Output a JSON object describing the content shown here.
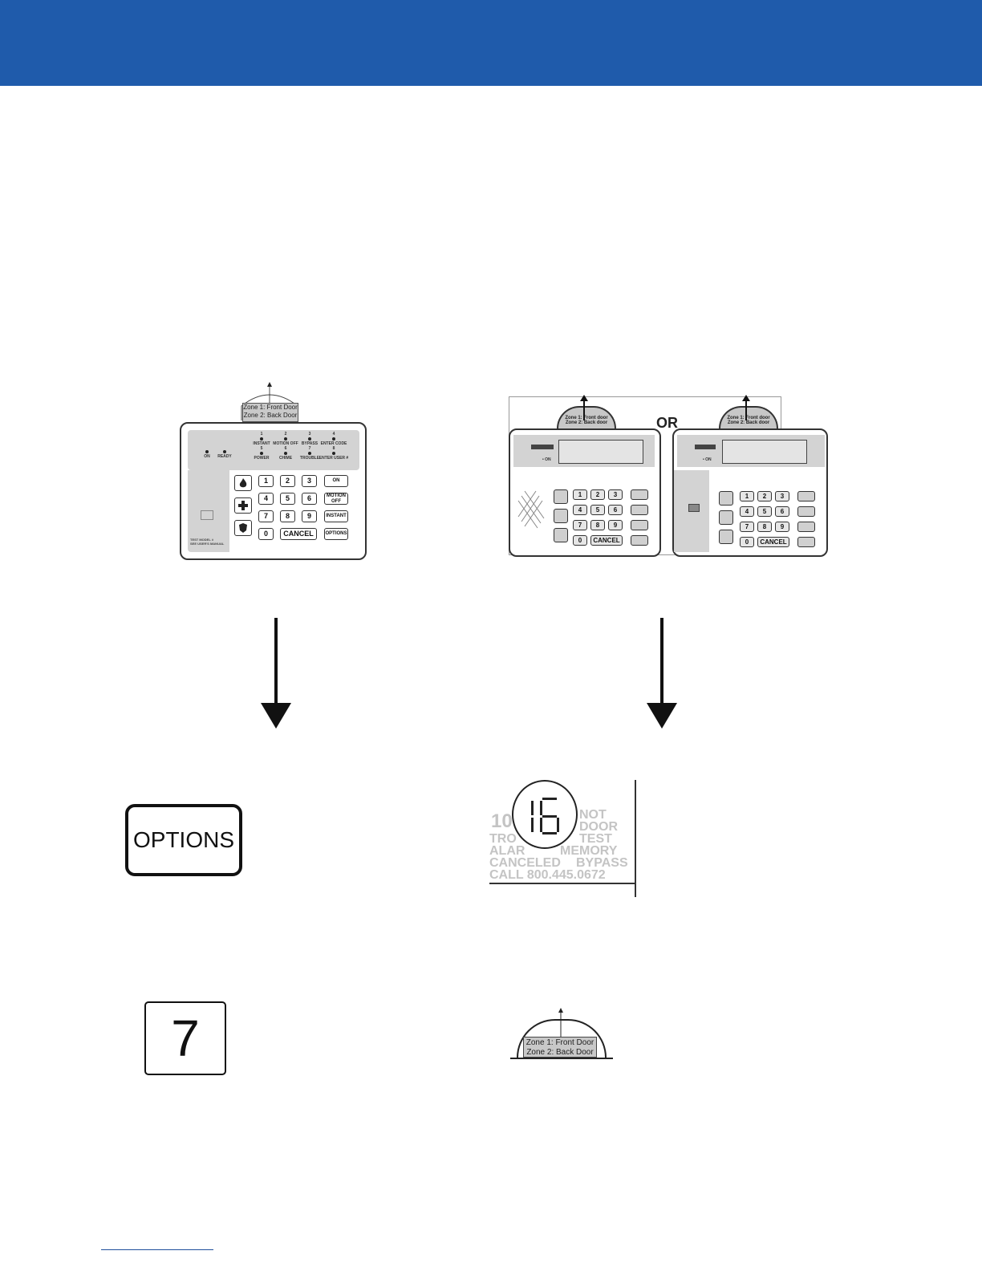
{
  "colors": {
    "header": "#1f5bab",
    "ink": "#111111",
    "lcd_dim": "#c4c4c4"
  },
  "keypad_a": {
    "zone_line1": "Zone 1: Front Door",
    "zone_line2": "Zone 2: Back Door",
    "led_on": "ON",
    "led_ready": "READY",
    "leds_top": [
      {
        "num": "1",
        "label": "INSTANT"
      },
      {
        "num": "2",
        "label": "MOTION OFF"
      },
      {
        "num": "3",
        "label": "BYPASS"
      },
      {
        "num": "4",
        "label": "ENTER CODE"
      }
    ],
    "leds_bottom": [
      {
        "num": "5",
        "label": "POWER"
      },
      {
        "num": "6",
        "label": "CHIME"
      },
      {
        "num": "7",
        "label": "TROUBLE"
      },
      {
        "num": "8",
        "label": "ENTER USER #"
      }
    ],
    "keys": [
      "1",
      "2",
      "3",
      "4",
      "5",
      "6",
      "7",
      "8",
      "9",
      "0"
    ],
    "cancel": "CANCEL",
    "side_keys": [
      "ON",
      "MOTION OFF",
      "INSTANT",
      "OPTIONS"
    ],
    "model_text": "TEST MODEL #\nSEE USER'S MANUAL"
  },
  "keypad_b": {
    "or_label": "OR",
    "zone_line1": "Zone 1: Front door",
    "zone_line2": "Zone 2: Back door",
    "on_label": "ON",
    "keys": [
      "1",
      "2",
      "3",
      "4",
      "5",
      "6",
      "7",
      "8",
      "9",
      "0"
    ],
    "cancel": "CANCEL"
  },
  "options_key": {
    "label": "OPTIONS"
  },
  "lcd": {
    "digit": "16",
    "rows": [
      {
        "left": "10",
        "right": "NOT"
      },
      {
        "left": "",
        "right": "DOOR"
      },
      {
        "left": "TRO",
        "right": "TEST"
      },
      {
        "left": "ALAR",
        "right": "MEMORY"
      },
      {
        "left": "CANCELED",
        "right": "BYPASS"
      },
      {
        "left": "CALL 800.445.0672",
        "right": ""
      }
    ]
  },
  "seven_key": {
    "label": "7"
  },
  "zone_display": {
    "line1": "Zone 1: Front Door",
    "line2": "Zone 2: Back Door"
  }
}
